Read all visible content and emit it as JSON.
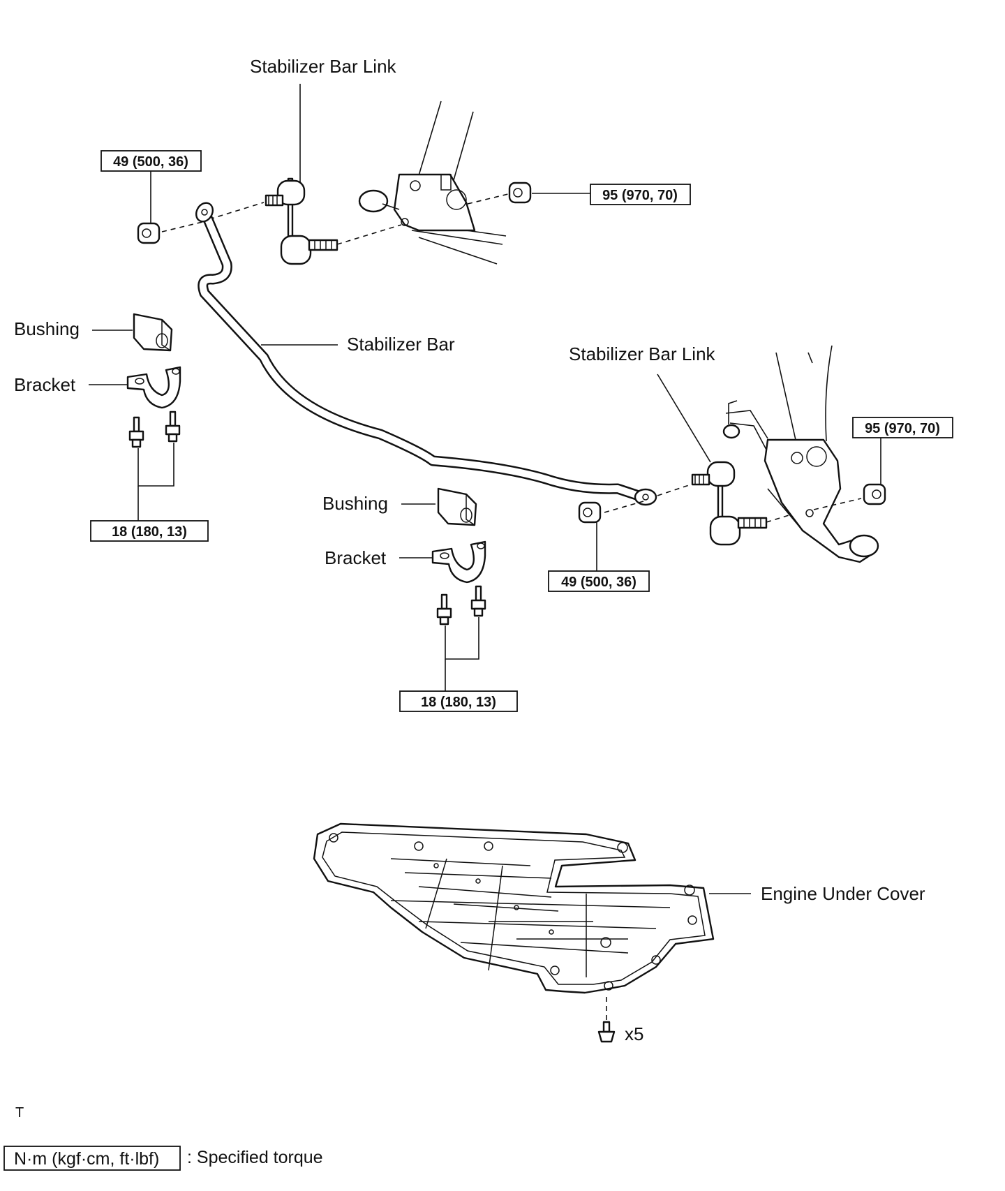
{
  "labels": {
    "stabilizer_bar_link_top": "Stabilizer Bar Link",
    "stabilizer_bar_link_right": "Stabilizer Bar Link",
    "stabilizer_bar": "Stabilizer Bar",
    "bushing_left": "Bushing",
    "bracket_left": "Bracket",
    "bushing_center": "Bushing",
    "bracket_center": "Bracket",
    "engine_under_cover": "Engine Under Cover",
    "fastener_qty": "x5",
    "corner_mark": "T"
  },
  "torque": {
    "link_nut_left": "49 (500, 36)",
    "link_nut_top_right": "95 (970, 70)",
    "link_nut_right": "95 (970, 70)",
    "link_nut_center": "49 (500, 36)",
    "bracket_bolts_left": "18 (180, 13)",
    "bracket_bolts_center": "18 (180, 13)"
  },
  "legend": {
    "unit_box": "N·m (kgf·cm, ft·lbf)",
    "description": ": Specified torque"
  }
}
